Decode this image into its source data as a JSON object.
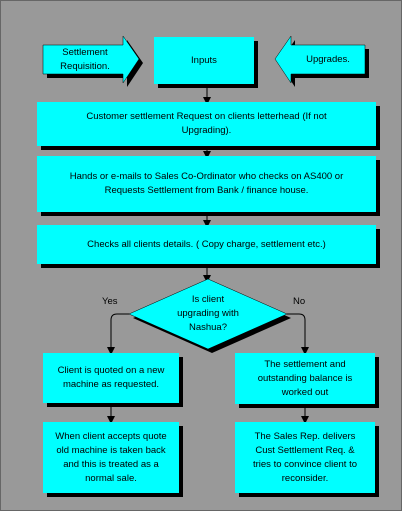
{
  "nodes": {
    "settlement_requisition": "Settlement\nRequisition.",
    "inputs": "Inputs",
    "upgrades": "Upgrades.",
    "customer_request": "Customer settlement Request on clients letterhead (If not\nUpgrading).",
    "hands_emails": "Hands or e-mails to Sales Co-Ordinator who checks on AS400 or\nRequests Settlement from Bank / finance house.",
    "checks_details": "Checks all clients details. ( Copy charge, settlement etc.)",
    "decision": "Is client\nupgrading with\nNashua?",
    "quoted_new": "Client is quoted on a new\nmachine as requested.",
    "accepts_quote": "When client accepts quote\nold machine is taken back\nand this is treated as a\nnormal sale.",
    "settlement_worked": "The settlement and\noutstanding balance is\nworked out",
    "sales_rep": "The Sales Rep. delivers\nCust Settlement Req. &\ntries to convince client to\nreconsider."
  },
  "edges": {
    "yes": "Yes",
    "no": "No"
  },
  "colors": {
    "background": "#999999",
    "box_fill": "#00ffff",
    "shadow": "#000000",
    "line": "#000000"
  }
}
